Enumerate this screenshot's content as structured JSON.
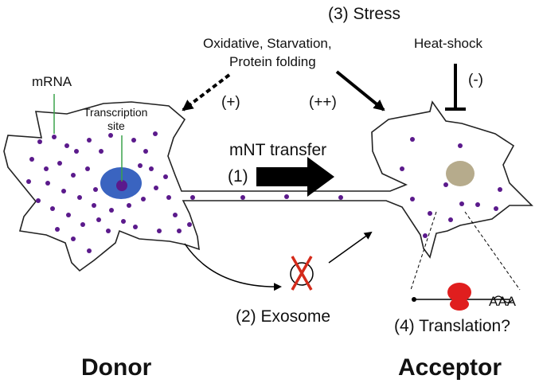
{
  "labels": {
    "stress_title": "(3) Stress",
    "stress_types": [
      "Oxidative, Starvation,",
      "Protein folding"
    ],
    "heat_shock": "Heat-shock",
    "minus": "(-)",
    "plus": "(+)",
    "plus_plus": "(++)",
    "mrna": "mRNA",
    "transcription_site": [
      "Transcription",
      "site"
    ],
    "mnt_transfer": "mNT transfer",
    "step1": "(1)",
    "exosome": "(2) Exosome",
    "translation": "(4) Translation?",
    "poly_a": "AAA",
    "donor": "Donor",
    "acceptor": "Acceptor"
  },
  "colors": {
    "mrna_dot": "#5b1a8c",
    "donor_nucleus": "#3a64c0",
    "acceptor_nucleus": "#b6ab8c",
    "label_line": "#3aa34a",
    "blocked_x": "#d42a1a",
    "ribosome": "#e01e1e"
  }
}
